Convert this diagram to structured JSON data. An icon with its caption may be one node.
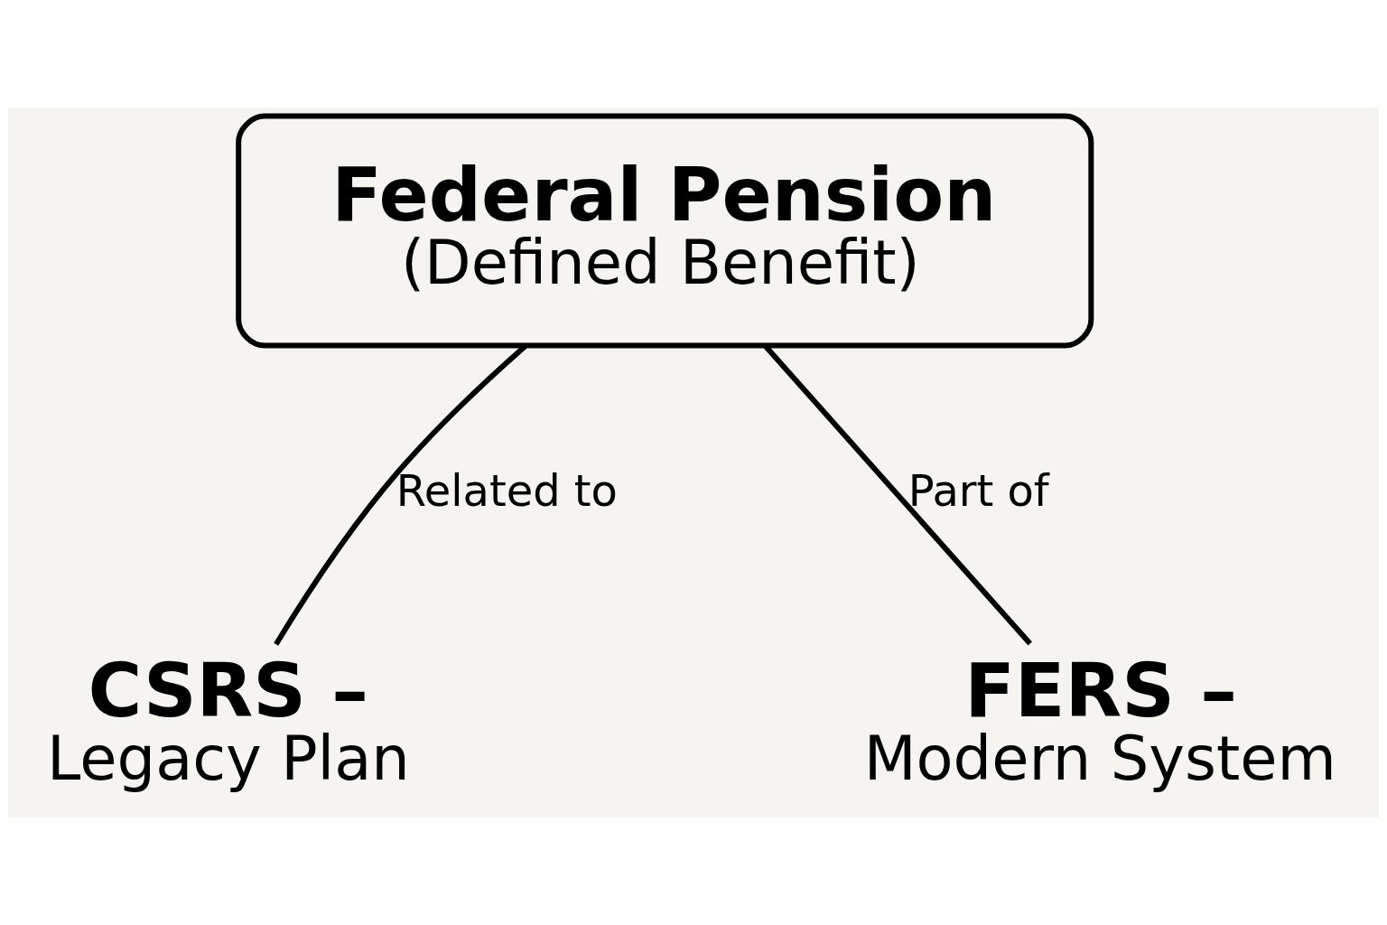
{
  "diagram": {
    "nodes": [
      {
        "text": [
          "Federal Pension",
          "(Defined Benefit)"
        ]
      },
      {
        "text": [
          "CSRS –",
          "Legacy Plan"
        ]
      },
      {
        "text": [
          "FERS –",
          "Modern System"
        ]
      }
    ],
    "edges": [
      {
        "from": 0,
        "to": 1,
        "arrow": "none",
        "label": "Related to"
      },
      {
        "from": 0,
        "to": 2,
        "arrow": "none",
        "label": "Part of"
      }
    ]
  }
}
